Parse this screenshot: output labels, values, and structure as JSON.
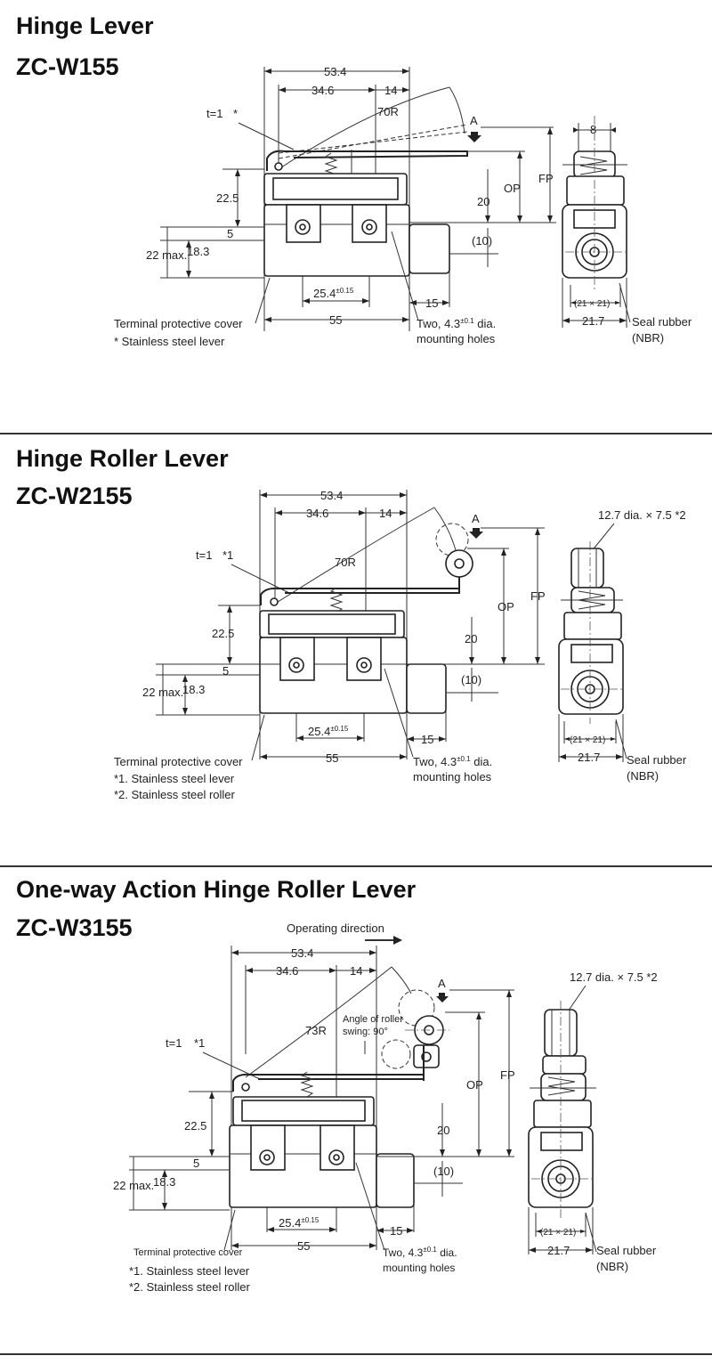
{
  "sections": [
    {
      "title": "Hinge Lever",
      "model": "ZC-W155",
      "dims": {
        "overall": "53.4",
        "inner": "34.6",
        "right": "14",
        "radius": "70R",
        "lever_thickness": "t=1",
        "lever_mark": "*",
        "height_op": "22.5",
        "offset_5": "5",
        "max_height": "22 max.",
        "height_18": "18.3",
        "h20": "20",
        "h10": "(10)",
        "op": "OP",
        "fp": "FP",
        "pointA": "A",
        "pitch": "25.4",
        "pitch_tol": "±0.15",
        "width55": "55",
        "w15": "15",
        "side_top": "8",
        "side_square": "(21 × 21)",
        "side_width": "21.7"
      },
      "notes": {
        "cover": "Terminal protective cover",
        "holes1": "Two, 4.3",
        "holes_tol": "±0.1",
        "holes1b": " dia.",
        "holes2": "mounting holes",
        "seal1": "Seal rubber",
        "seal2": "(NBR)",
        "footnote1": "*  Stainless steel lever",
        "footnote2": ""
      }
    },
    {
      "title": "Hinge Roller Lever",
      "model": "ZC-W2155",
      "dims": {
        "overall": "53.4",
        "inner": "34.6",
        "right": "14",
        "radius": "70R",
        "lever_thickness": "t=1",
        "lever_mark": "*1",
        "height_op": "22.5",
        "offset_5": "5",
        "max_height": "22 max.",
        "height_18": "18.3",
        "h20": "20",
        "h10": "(10)",
        "op": "OP",
        "fp": "FP",
        "pointA": "A",
        "pitch": "25.4",
        "pitch_tol": "±0.15",
        "width55": "55",
        "w15": "15",
        "side_top": "12.7 dia. × 7.5 *2",
        "side_square": "(21 × 21)",
        "side_width": "21.7"
      },
      "notes": {
        "cover": "Terminal protective cover",
        "holes1": "Two, 4.3",
        "holes_tol": "±0.1",
        "holes1b": " dia.",
        "holes2": "mounting holes",
        "seal1": "Seal rubber",
        "seal2": "(NBR)",
        "footnote1": "*1.  Stainless steel lever",
        "footnote2": "*2.  Stainless steel roller"
      }
    },
    {
      "title": "One-way Action Hinge Roller Lever",
      "model": "ZC-W3155",
      "operating_direction": "Operating direction",
      "angle1": "Angle of roller",
      "angle2": "swing: 90°",
      "dims": {
        "overall": "53.4",
        "inner": "34.6",
        "right": "14",
        "radius": "73R",
        "lever_thickness": "t=1",
        "lever_mark": "*1",
        "height_op": "22.5",
        "offset_5": "5",
        "max_height": "22 max.",
        "height_18": "18.3",
        "h20": "20",
        "h10": "(10)",
        "op": "OP",
        "fp": "FP",
        "pointA": "A",
        "pitch": "25.4",
        "pitch_tol": "±0.15",
        "width55": "55",
        "w15": "15",
        "side_top": "12.7 dia. × 7.5 *2",
        "side_square": "(21 × 21)",
        "side_width": "21.7"
      },
      "notes": {
        "cover": "Terminal protective cover",
        "holes1": "Two, 4.3",
        "holes_tol": "±0.1",
        "holes1b": " dia.",
        "holes2": "mounting holes",
        "seal1": "Seal rubber",
        "seal2": "(NBR)",
        "footnote1": "*1.  Stainless steel lever",
        "footnote2": "*2.  Stainless steel roller"
      }
    }
  ]
}
